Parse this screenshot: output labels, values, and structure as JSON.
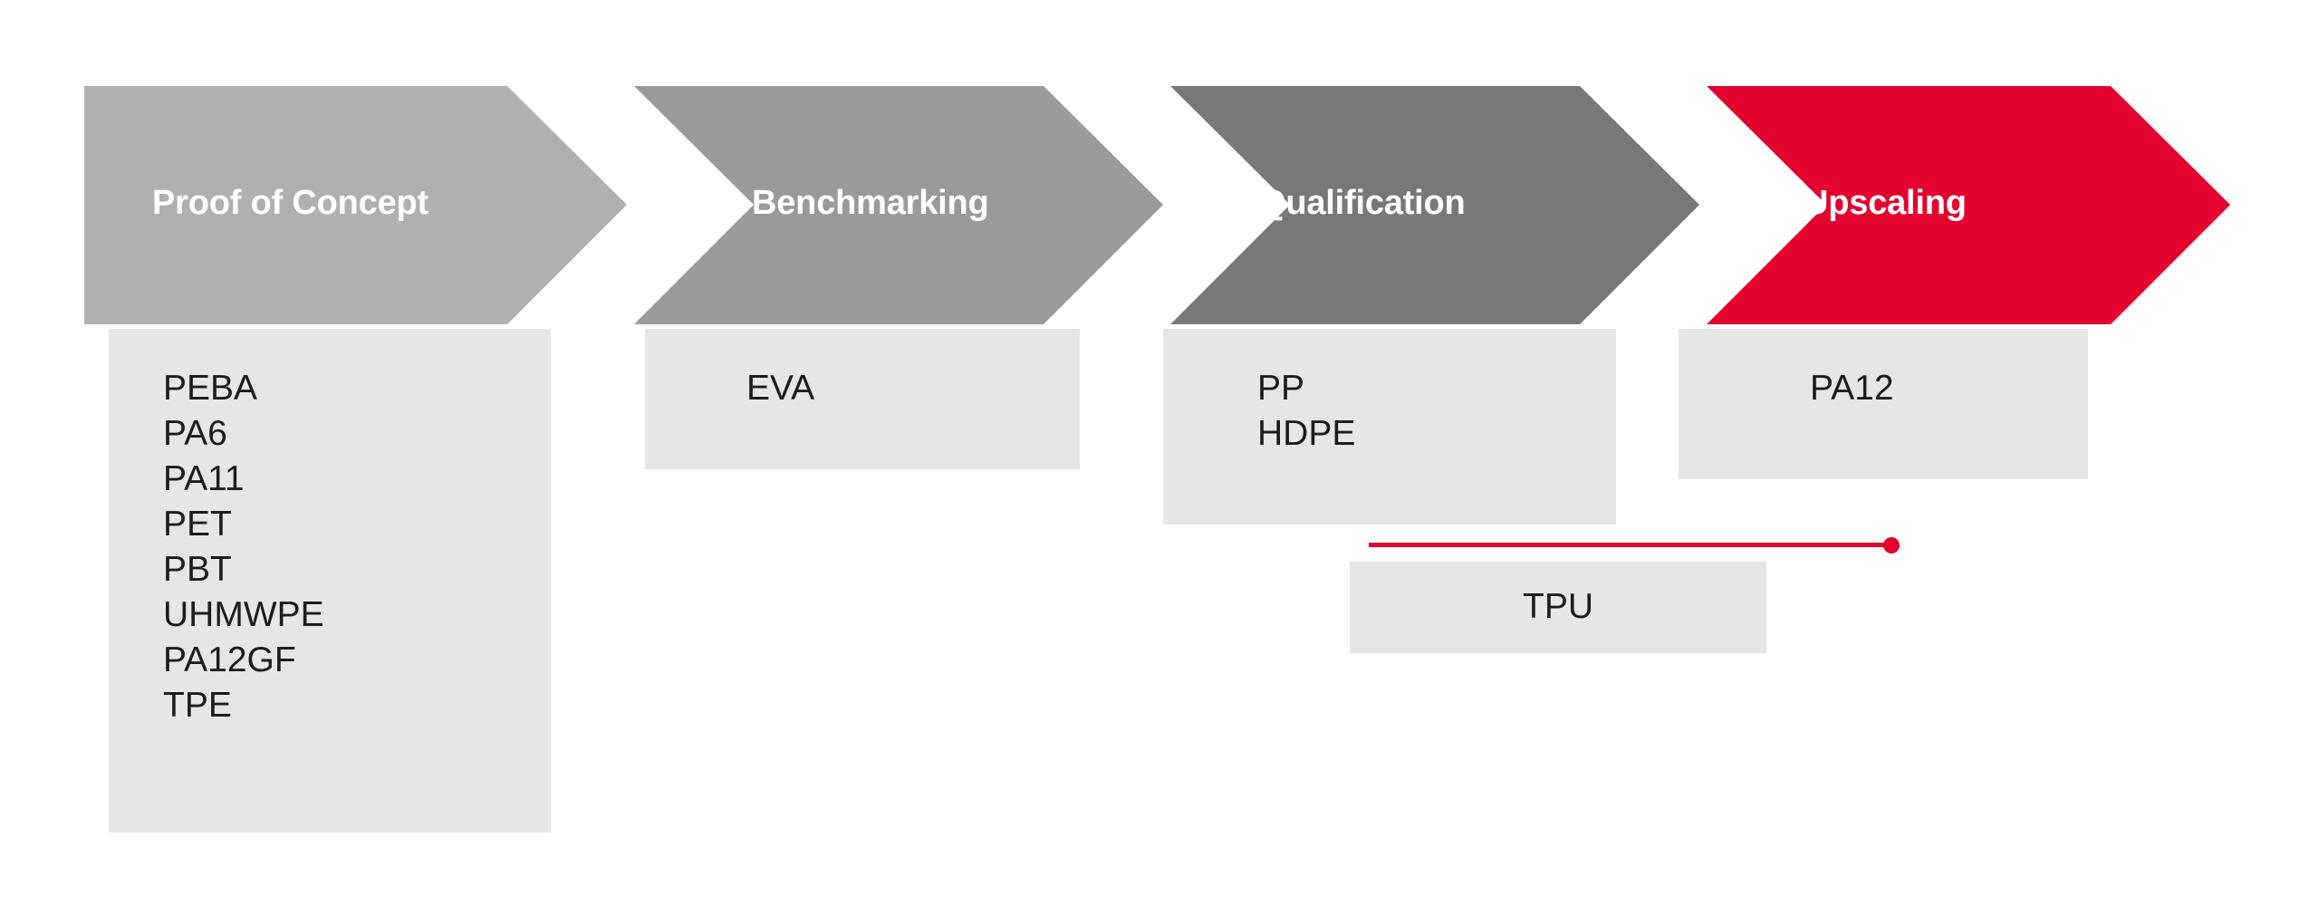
{
  "colors": {
    "stage_1": "#b0b0b0",
    "stage_2": "#9a9a9a",
    "stage_3": "#787878",
    "stage_4": "#e4032e",
    "box_fill": "#e6e6e6",
    "text_dark": "#1c1c1c",
    "text_light": "#ffffff",
    "accent_red": "#e4032e",
    "background": "#ffffff"
  },
  "stages": [
    {
      "id": "proof-of-concept",
      "label": "Proof of Concept",
      "color": "#b0b0b0",
      "materials": [
        "PEBA",
        "PA6",
        "PA11",
        "PET",
        "PBT",
        "UHMWPE",
        "PA12GF",
        "TPE"
      ]
    },
    {
      "id": "benchmarking",
      "label": "Benchmarking",
      "color": "#9a9a9a",
      "materials": [
        "EVA"
      ]
    },
    {
      "id": "qualification",
      "label": "Qualification",
      "color": "#787878",
      "materials": [
        "PP",
        "HDPE"
      ]
    },
    {
      "id": "upscaling",
      "label": "Upscaling",
      "color": "#e4032e",
      "materials": [
        "PA12"
      ]
    }
  ],
  "transition": {
    "id": "tpu-transition",
    "material": "TPU",
    "connector_color": "#e4032e"
  }
}
